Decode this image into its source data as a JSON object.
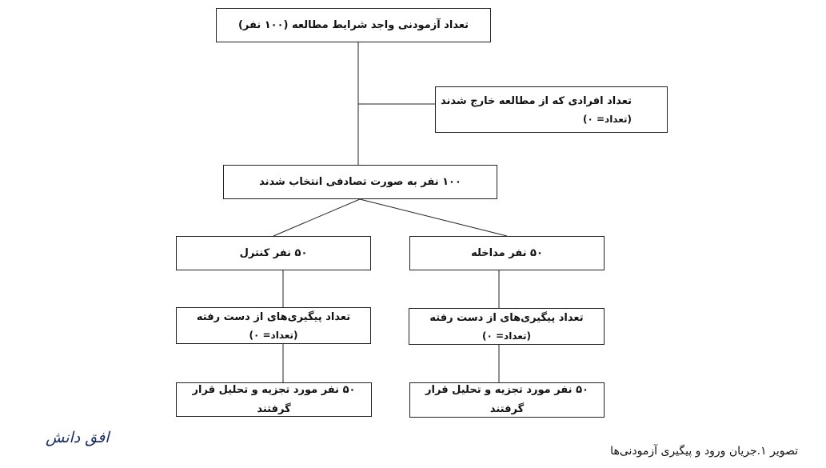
{
  "boxes": {
    "eligible": "تعداد آزمودنی واجد شرایط مطالعه (۱۰۰ نفر)",
    "excluded": "تعداد افرادی که از مطالعه خارج شدند",
    "excluded_count": "(تعداد= ۰)",
    "randomized": "۱۰۰ نفر به صورت تصادفی انتخاب شدند",
    "control": "۵۰ نفر کنترل",
    "intervention": "۵۰ نفر مداخله",
    "lost_control": "تعداد پیگیری‌های از دست رفته",
    "lost_control_count": "(تعداد= ۰)",
    "lost_intervention": "تعداد پیگیری‌های از دست رفته",
    "lost_intervention_count": "(تعداد= ۰)",
    "analyzed_control": "۵۰ نفر مورد تجزیه و تحلیل قرار گرفتند",
    "analyzed_intervention": "۵۰ نفر مورد تجزیه و تحلیل قرار گرفتند"
  },
  "caption": "تصویر ۱.جریان ورود و پیگیری آزمودنی‌ها",
  "logo_text": "افق دانش"
}
